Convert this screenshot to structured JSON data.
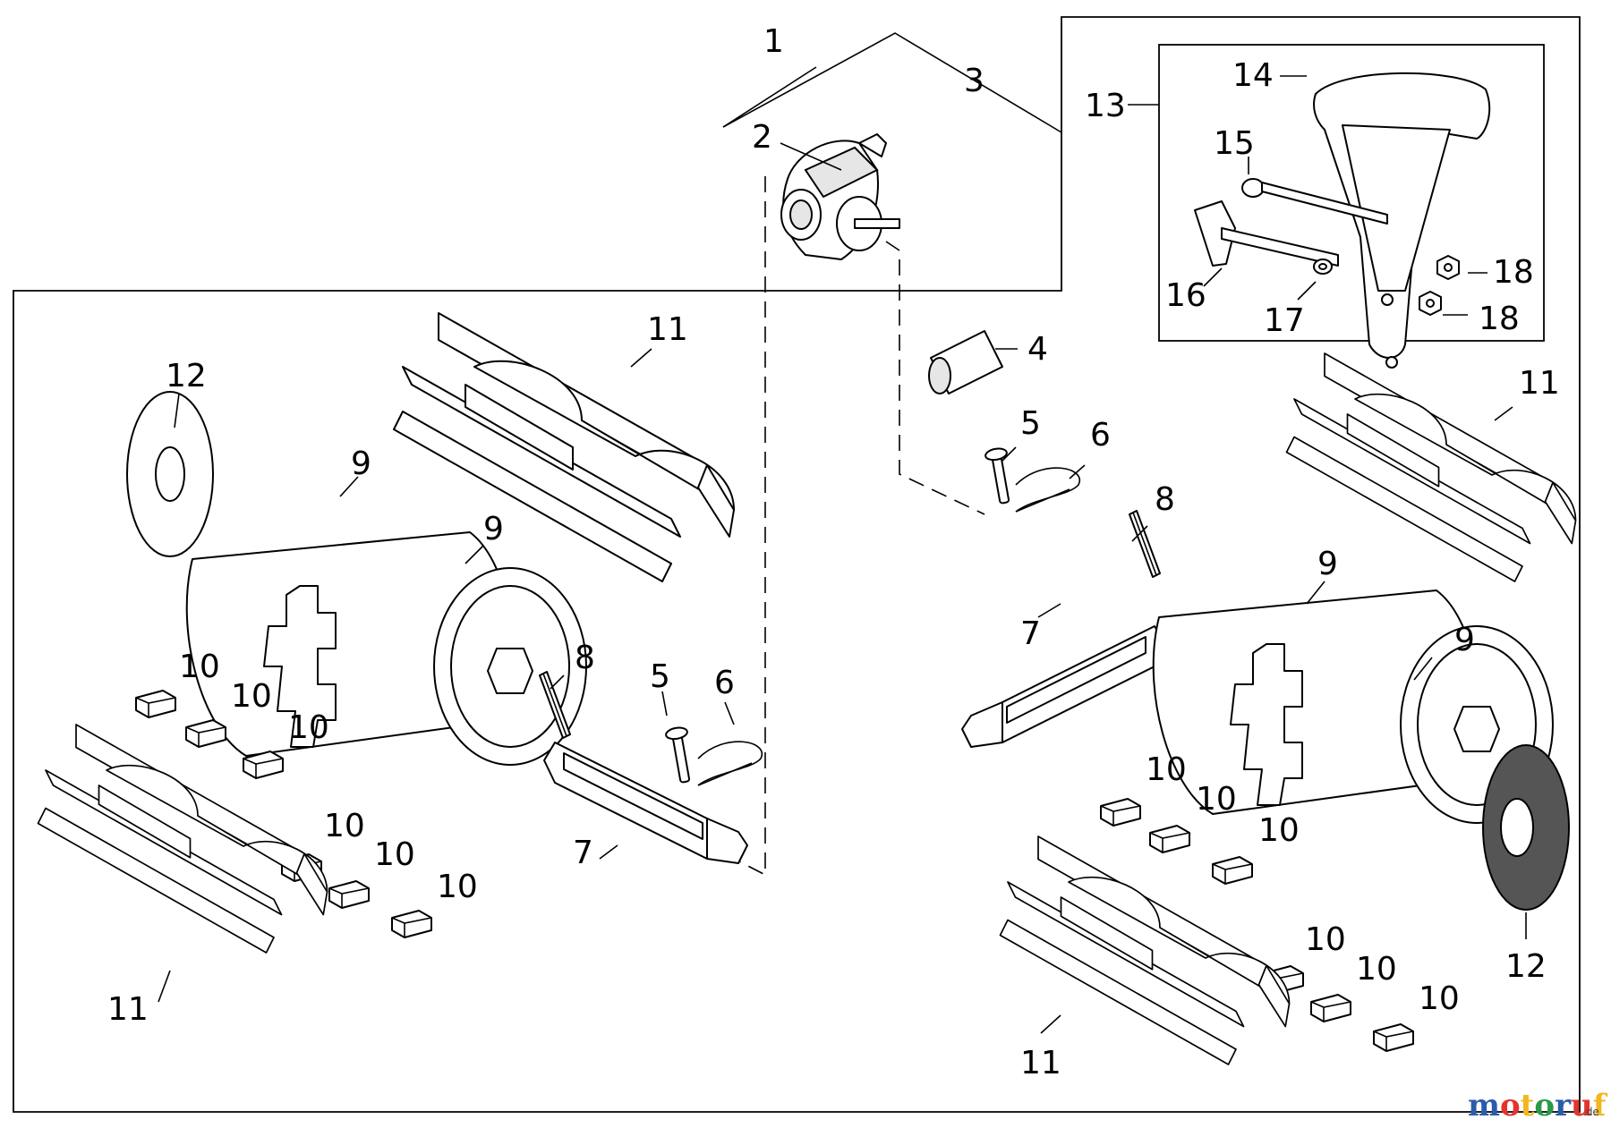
{
  "callouts": {
    "c1": "1",
    "c2": "2",
    "c3": "3",
    "c4": "4",
    "c5a": "5",
    "c5b": "5",
    "c6a": "6",
    "c6b": "6",
    "c7a": "7",
    "c7b": "7",
    "c8a": "8",
    "c8b": "8",
    "c9a": "9",
    "c9b": "9",
    "c9c": "9",
    "c9d": "9",
    "c10a": "10",
    "c10b": "10",
    "c10c": "10",
    "c10d": "10",
    "c10e": "10",
    "c10f": "10",
    "c10g": "10",
    "c10h": "10",
    "c10i": "10",
    "c10j": "10",
    "c10k": "10",
    "c10l": "10",
    "c11a": "11",
    "c11b": "11",
    "c11c": "11",
    "c11d": "11",
    "c12a": "12",
    "c12b": "12",
    "c13": "13",
    "c14": "14",
    "c15": "15",
    "c16": "16",
    "c17": "17",
    "c18a": "18",
    "c18b": "18"
  },
  "watermark": {
    "letters": [
      "m",
      "o",
      "t",
      "o",
      "r",
      "u",
      "f"
    ],
    "letter_colors": [
      "#2a5caa",
      "#e2342d",
      "#f2b71e",
      "#2a9a48",
      "#2a5caa",
      "#e2342d",
      "#f2b71e"
    ],
    "suffix": ".de"
  }
}
